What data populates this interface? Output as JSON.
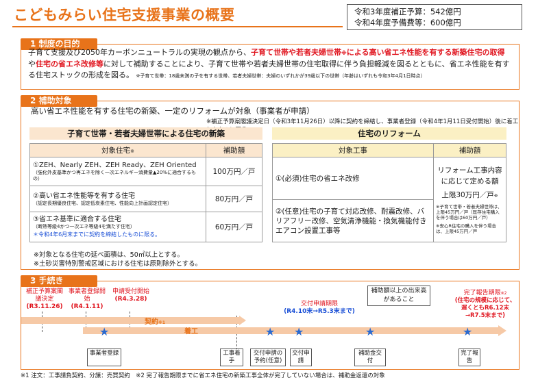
{
  "title": "こどもみらい住宅支援事業の概要",
  "budget": {
    "line1": "令和3年度補正予算：542億円",
    "line2": "令和4年度予備費等：600億円"
  },
  "section1": {
    "tab": "1 制度の目的",
    "p1": "子育て支援及び2050年カーボンニュートラルの実現の観点から、",
    "p1_red1": "子育て世帯や若者夫婦世帯",
    "p1_mark": "※",
    "p1_red2": "による高い省エネ性能を有する新築住宅の取得",
    "p1_mid": "や",
    "p1_red3": "住宅の省エネ改修等",
    "p1_rest": "に対して補助することにより、子育て世帯や若者夫婦世帯の住宅取得に伴う負担軽減を図るとともに、省エネ性能を有する住宅ストックの形成を図る。",
    "note": "※子育て世帯：18歳未満の子を有する世帯、若者夫婦世帯：夫婦のいずれかが39歳以下の世帯（年齢はいずれも令和3年4月1日時点）"
  },
  "section2": {
    "tab": "2 補助対象",
    "lead": "高い省エネ性能を有する住宅の新築、一定のリフォームが対象（事業者が申請）",
    "note": "※補正予算案閣議決定日（令和3年11月26日）以降に契約を締結し、事業者登録（令和4年1月11日受付開始）後に着工したものに限る。",
    "left_title": "子育て世帯・若者夫婦世帯による住宅の新築",
    "left_head_target": "対象住宅",
    "left_head_mark": "※",
    "left_head_amount": "補助額",
    "left_rows": [
      {
        "main": "①ZEH、Nearly ZEH、ZEH Ready、ZEH Oriented",
        "sub": "（強化外皮基準かつ再エネを除く一次エネルギー消費量▲20%に適合するもの）",
        "extra": "",
        "amount": "100万円／戸"
      },
      {
        "main": "②高い省エネ性能等を有する住宅",
        "sub": "（認定長期優良住宅、認定低炭素住宅、性能向上計画認定住宅）",
        "extra": "",
        "amount": "80万円／戸"
      },
      {
        "main": "③省エネ基準に適合する住宅",
        "sub": "（断熱等級4かつ一次エネ等級4を満たす住宅）",
        "extra": "＊令和4年6月末までに契約を締結したものに限る。",
        "amount": "60万円／戸"
      }
    ],
    "right_title": "住宅のリフォーム",
    "right_head_target": "対象工事",
    "right_head_amount": "補助額",
    "right_row1": "①(必須)住宅の省エネ改修",
    "right_row2": "②(任意)住宅の子育て対応改修、耐震改修、バリアフリー改修、空気清浄機能・換気機能付きエアコン設置工事等",
    "right_amount_main": "リフォーム工事内容に応じて定める額",
    "right_amount_cap": "上限30万円／戸",
    "right_amount_mark": "※",
    "right_amount_note1": "※子育て世帯・若者夫婦世帯は、上限45万円／戸（既存住宅購入を伴う場合は60万円／戸）",
    "right_amount_note2": "※安心R住宅の購入を伴う場合は、上限45万円／戸",
    "foot1": "※対象となる住宅の延べ面積は、50㎡以上とする。",
    "foot2": "※土砂災害特別警戒区域における住宅は原則除外とする。"
  },
  "section3": {
    "tab": "3 手続き",
    "m1_label": "補正予算案閣議決定",
    "m1_date": "(R3.11.26)",
    "m2_label": "事業者登録開始",
    "m2_date": "(R4.1.11)",
    "m3_label": "申請受付開始",
    "m3_date": "(R4.3.28)",
    "contract": "契約",
    "contract_mark": "※1",
    "construction": "着工",
    "callout": "補助額以上の出来高があること",
    "deadline_label": "交付申請期限",
    "deadline_date": "(R4.10末→R5.3末まで)",
    "report_label": "完了報告期限",
    "report_mark": "※2",
    "report_cond": "(住宅の規模に応じて、遅くともR6.12末→R7.5末まで)",
    "box_register": "事業者登録",
    "box_start": "工事着手",
    "box_reserve": "交付申請の予約(任意)",
    "box_apply": "交付申請",
    "box_grant": "補助金交付",
    "box_report": "完了報告"
  },
  "footer": "※1 注文：工事請負契約、分譲：売買契約　※2 完了報告期限までに省エネ住宅の新築工事全体が完了していない場合は、補助金返還の対象",
  "colors": {
    "accent": "#e8731a",
    "red": "#e0141e",
    "blue": "#1a4fd6",
    "star": "#2a6ad0"
  }
}
